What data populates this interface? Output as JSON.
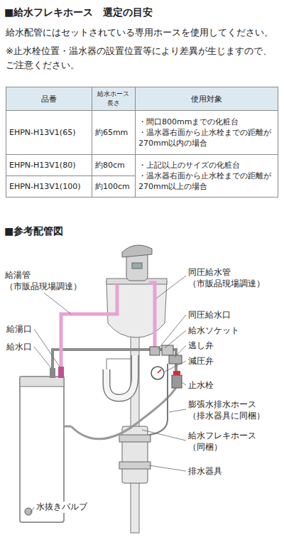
{
  "diagram": {
    "title": "■給水フレキホース　選定の目安",
    "labels": [
      "給水配管にはセットされている専用ホースを使用してください。",
      "※止水栓位置・温水器の設置位置等により差異が生じますので、ご注意ください。",
      "品番",
      "給水ホース長さ",
      "使用対象",
      "EHPN-H13V1(65)",
      "約65mm",
      "・間口800mmまでの化粧台",
      "・温水器右面から止水栓までの距離が270mm以内の場合",
      "EHPN-H13V1(80)",
      "約80cm",
      "・上記以上のサイズの化粧台",
      "・温水器右面から止水栓までの距離が270mm以上の場合",
      "EHPN-H13V1(100)",
      "約100cm",
      "■参考配管図",
      "給湯管 （市販品現場調達）",
      "給湯口",
      "給水口",
      "水抜きバルブ",
      "同圧給水管 （市販品現場調達）",
      "同圧給水口",
      "給水ソケット",
      "逃し弁",
      "減圧弁",
      "止水栓",
      "膨張水排水ホース （排水器具に同梱）",
      "給水フレキホース （同梱）",
      "排水器具"
    ]
  }
}
